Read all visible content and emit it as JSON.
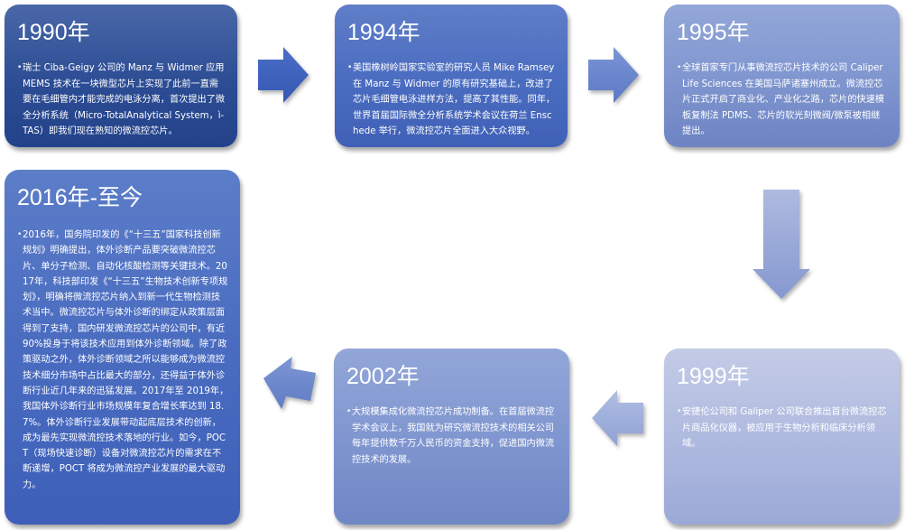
{
  "diagram": {
    "type": "timeline-flow",
    "flow_order": [
      "1990年",
      "1994年",
      "1995年",
      "1999年",
      "2002年",
      "2016年-至今"
    ]
  },
  "cards": {
    "c1990": {
      "year": "1990年",
      "text": "瑞士 Ciba-Geigy 公司的 Manz 与 Widmer 应用 MEMS 技术在一块微型芯片上实现了此前一直需要在毛细管内才能完成的电泳分离，首次提出了微全分析系统（Micro-TotalAnalytical System，ì-TAS）即我们现在熟知的微流控芯片。",
      "color": "#2c4c94"
    },
    "c1994": {
      "year": "1994年",
      "text": "美国橡树岭国家实验室的研究人员 Mike Ramsey 在 Manz 与 Widmer 的原有研究基础上，改进了芯片毛细管电泳进样方法，提高了其性能。同年，世界首届国际微全分析系统学术会议在荷兰 Enschede 举行，微流控芯片全面进入大众视野。",
      "color": "#4a6cc0"
    },
    "c1995": {
      "year": "1995年",
      "text": "全球首家专门从事微流控芯片技术的公司 Caliper Life Sciences 在美国马萨诸塞州成立。微流控芯片正式开启了商业化、产业化之路，芯片的快速模板复制法 PDMS、芯片的软光刻微阀/微泵被相继提出。",
      "color": "#7f95cf"
    },
    "c1999": {
      "year": "1999年",
      "text": "安捷伦公司和 Galiper 公司联合推出首台微流控芯片商品化仪器，被应用于生物分析和临床分析领域。",
      "color": "#aeb9df"
    },
    "c2002": {
      "year": "2002年",
      "text": "大规模集成化微流控芯片成功制备。在首届微流控学术会议上，我国就为研究微流控技术的相关公司每年提供数千万人民币的资金支持，促进国内微流控技术的发展。",
      "color": "#7f95cf"
    },
    "c2016": {
      "year": "2016年-至今",
      "text": "2016年，国务院印发的《“十三五”国家科技创新规划》明确提出，体外诊断产品要突破微流控芯片、单分子检测、自动化核酸检测等关键技术。2017年，科技部印发《“十三五”生物技术创新专项规划》，明确将微流控芯片纳入到新一代生物检测技术当中。微流控芯片与体外诊断的绑定从政策层面得到了支持，国内研发微流控芯片的公司中，有近90%投身于将该技术应用到体外诊断领域。除了政策驱动之外，体外诊断领域之所以能够成为微流控技术细分市场中占比最大的部分，还得益于体外诊断行业近几年来的迅猛发展。2017年至 2019年，我国体外诊断行业市场规模年复合增长率达到 18.7%。体外诊断行业发展带动起底层技术的创新，成为最先实现微流控技术落地的行业。如今，POCT（现场快速诊断）设备对微流控芯片的需求在不断递增，POCT 将成为微流控产业发展的最大驱动力。",
      "color": "#4a6cc0"
    }
  },
  "bullet": "•",
  "arrows": [
    {
      "from": "1990年",
      "to": "1994年",
      "direction": "right",
      "icon": "arrow-right-icon",
      "color": "#3f63c0"
    },
    {
      "from": "1994年",
      "to": "1995年",
      "direction": "right",
      "icon": "arrow-right-icon",
      "color": "#6a86cf"
    },
    {
      "from": "1995年",
      "to": "1999年",
      "direction": "down",
      "icon": "arrow-down-icon",
      "color": "#98a8d6"
    },
    {
      "from": "1999年",
      "to": "2002年",
      "direction": "left",
      "icon": "arrow-left-icon",
      "color": "#a3b3dd"
    },
    {
      "from": "2002年",
      "to": "2016年-至今",
      "direction": "left",
      "icon": "arrow-left-icon",
      "color": "#7089ca"
    }
  ]
}
